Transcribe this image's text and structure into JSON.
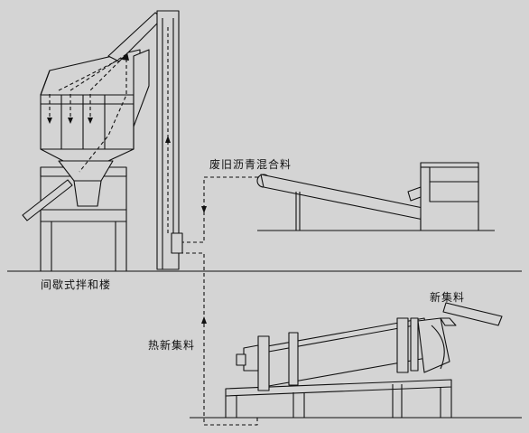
{
  "labels": {
    "batch_plant": "间歇式拌和楼",
    "old_asphalt_mix": "废旧沥青混合料",
    "hot_new_aggregate": "热新集料",
    "new_aggregate": "新集料"
  },
  "colors": {
    "background": "#d4d4d4",
    "line": "#111111",
    "fill": "#d4d4d4"
  }
}
